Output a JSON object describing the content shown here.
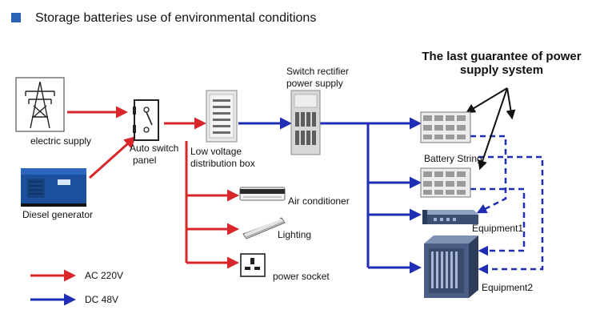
{
  "title": "Storage batteries use of environmental conditions",
  "callout": {
    "line1": "The last guarantee of power",
    "line2": "supply system"
  },
  "nodes": {
    "electric_supply": "electric supply",
    "diesel_generator": "Diesel generator",
    "auto_switch_line1": "Auto switch",
    "auto_switch_line2": "panel",
    "low_voltage_line1": "Low voltage",
    "low_voltage_line2": "distribution box",
    "rectifier_line1": "Switch rectifier",
    "rectifier_line2": "power supply",
    "air_conditioner": "Air conditioner",
    "lighting": "Lighting",
    "power_socket": "power socket",
    "battery_string": "Battery String",
    "equipment1": "Equipment1",
    "equipment2": "Equipment2"
  },
  "legend": {
    "ac": "AC 220V",
    "dc": "DC 48V"
  },
  "colors": {
    "ac": "#d8262a",
    "dc": "#1f2db5",
    "accent": "#2a62b8"
  },
  "icons": {
    "electric_supply": "power-tower-icon",
    "diesel_generator": "generator-icon",
    "auto_switch": "switch-panel-icon",
    "low_voltage": "distribution-cabinet-icon",
    "rectifier": "rectifier-cabinet-icon",
    "air_conditioner": "air-conditioner-icon",
    "lighting": "lamp-icon",
    "power_socket": "socket-icon",
    "battery": "battery-icon",
    "equipment1": "router-icon",
    "equipment2": "server-rack-icon"
  }
}
